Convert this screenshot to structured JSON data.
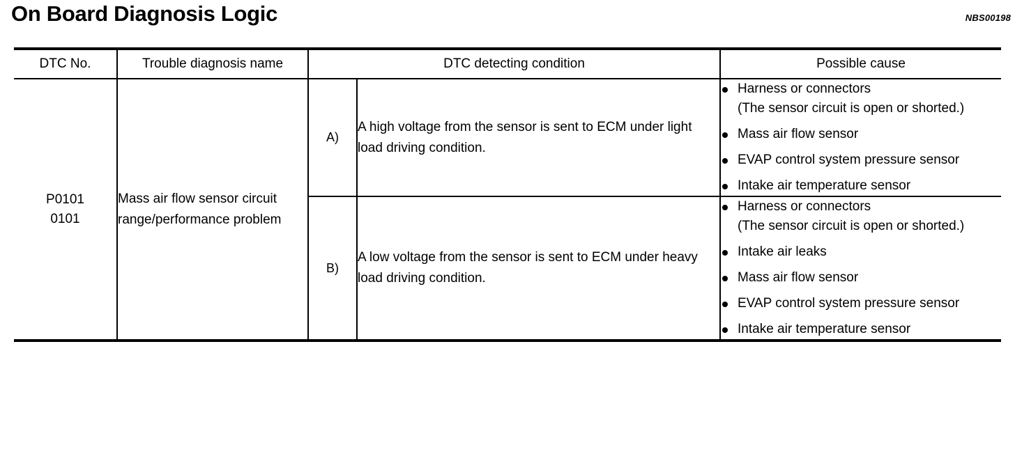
{
  "header": {
    "title": "On Board Diagnosis Logic",
    "reference_code": "NBS00198"
  },
  "table": {
    "columns": [
      "DTC No.",
      "Trouble diagnosis name",
      "DTC detecting condition",
      "Possible cause"
    ],
    "rows": [
      {
        "dtc_no_line1": "P0101",
        "dtc_no_line2": "0101",
        "trouble_diagnosis_name": "Mass air flow sensor circuit range/performance problem",
        "conditions": [
          {
            "label": "A)",
            "text": "A high voltage from the sensor is sent to ECM under light load driving condition.",
            "possible_causes": [
              {
                "main": "Harness or connectors",
                "sub": "(The sensor circuit is open or shorted.)"
              },
              {
                "main": "Mass air flow sensor",
                "sub": ""
              },
              {
                "main": "EVAP control system pressure sensor",
                "sub": ""
              },
              {
                "main": "Intake air temperature sensor",
                "sub": ""
              }
            ]
          },
          {
            "label": "B)",
            "text": "A low voltage from the sensor is sent to ECM under heavy load driving condition.",
            "possible_causes": [
              {
                "main": "Harness or connectors",
                "sub": "(The sensor circuit is open or shorted.)"
              },
              {
                "main": "Intake air leaks",
                "sub": ""
              },
              {
                "main": "Mass air flow sensor",
                "sub": ""
              },
              {
                "main": "EVAP control system pressure sensor",
                "sub": ""
              },
              {
                "main": "Intake air temperature sensor",
                "sub": ""
              }
            ]
          }
        ]
      }
    ]
  },
  "colors": {
    "ink": "#000000",
    "paper": "#ffffff"
  }
}
